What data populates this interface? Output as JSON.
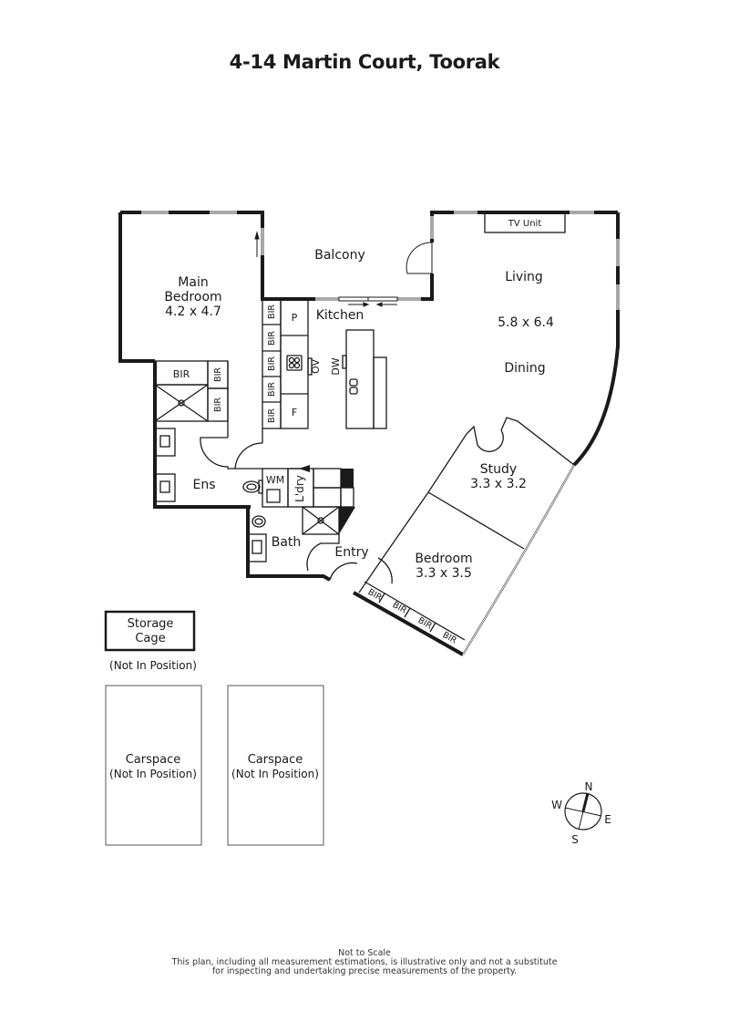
{
  "header": {
    "title": "4-14 Martin Court, Toorak"
  },
  "rooms": {
    "main_bedroom": {
      "name_line1": "Main",
      "name_line2": "Bedroom",
      "dims": "4.2 x 4.7"
    },
    "balcony": {
      "name": "Balcony"
    },
    "living": {
      "name": "Living",
      "dims": "5.8 x 6.4",
      "name2": "Dining",
      "tv_unit": "TV Unit"
    },
    "kitchen": {
      "name": "Kitchen",
      "pantry": "P",
      "fridge": "F",
      "oven": "OV",
      "dishwasher": "DW"
    },
    "ensuite": {
      "name": "Ens"
    },
    "laundry": {
      "name": "L'dry",
      "washing_machine": "WM"
    },
    "bath": {
      "name": "Bath"
    },
    "entry": {
      "name": "Entry"
    },
    "study": {
      "name": "Study",
      "dims": "3.3 x 3.2"
    },
    "bedroom": {
      "name": "Bedroom",
      "dims": "3.3 x 3.5"
    },
    "bir": "BIR"
  },
  "extras": {
    "storage": {
      "line1": "Storage",
      "line2": "Cage",
      "note": "(Not In Position)"
    },
    "carspaces": [
      {
        "name": "Carspace",
        "note": "(Not In Position)"
      },
      {
        "name": "Carspace",
        "note": "(Not In Position)"
      }
    ]
  },
  "compass": {
    "n": "N",
    "s": "S",
    "e": "E",
    "w": "W"
  },
  "footer": {
    "line1": "Not to Scale",
    "line2": "This plan, including all measurement estimations, is illustrative only and not a substitute",
    "line3": "for inspecting and undertaking precise measurements of the property."
  },
  "colors": {
    "wall": "#1a1a1a",
    "window": "#a8a8a8",
    "line": "#333333"
  }
}
